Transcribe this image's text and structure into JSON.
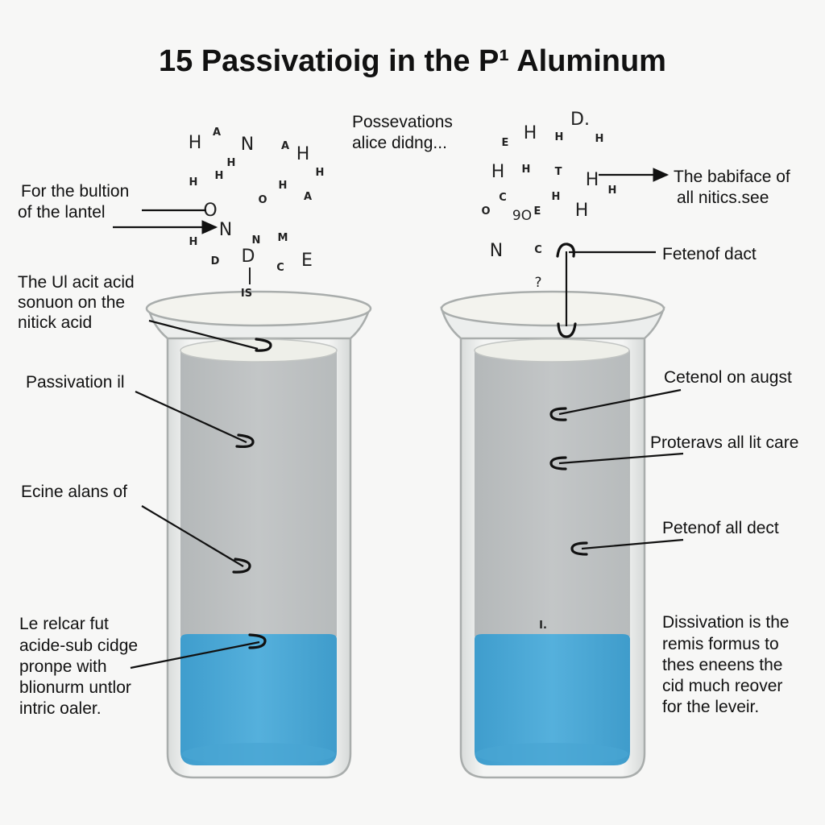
{
  "title": "15 Passivatioig in the P¹ Aluminum",
  "left_labels": {
    "bultion": [
      "For the bultion",
      "of the lantel"
    ],
    "acid_solution": [
      "The Ul acit acid",
      "sonuon on the",
      "nitick acid"
    ],
    "passivation": [
      "Passivation il"
    ],
    "ecine": [
      "Ecine alans of"
    ],
    "relcar": [
      "Le relcar fut",
      "acide-sub cidge",
      "pronpe with",
      "blionurm untlor",
      "intric oaler."
    ]
  },
  "top_center_label": [
    "Possevations",
    "alice didng..."
  ],
  "right_labels": {
    "babiface": [
      "The babiface of",
      "all nitics.see"
    ],
    "fetenof": [
      "Fetenof dact"
    ],
    "cetenol": [
      "Cetenol on augst"
    ],
    "proteravs": [
      "Proteravs all lit care"
    ],
    "petenof": [
      "Petenof all dect"
    ],
    "dissivation": [
      "Dissivation is the",
      "remis formus to",
      "thes eneens the",
      "cid much reover",
      "for the leveir."
    ]
  },
  "left_molecules": [
    "H",
    "A",
    "N",
    "A",
    "H",
    "H",
    "H",
    "H",
    "H",
    "O",
    "H",
    "A",
    "O",
    "N",
    "H",
    "N",
    "M",
    "D",
    "D",
    "C",
    "E",
    "IS"
  ],
  "right_molecules": [
    "E",
    "H",
    "D.",
    "H",
    "H",
    "H",
    "H",
    "T",
    "H",
    "H",
    "C",
    "H",
    "O",
    "9O",
    "E",
    "H",
    "N",
    "C",
    "?",
    "I."
  ],
  "colors": {
    "liquid_gray": "#bfc3c4",
    "liquid_blue": "#4ea9d6",
    "glass": "#e9ebe9",
    "background": "#f7f7f6"
  }
}
